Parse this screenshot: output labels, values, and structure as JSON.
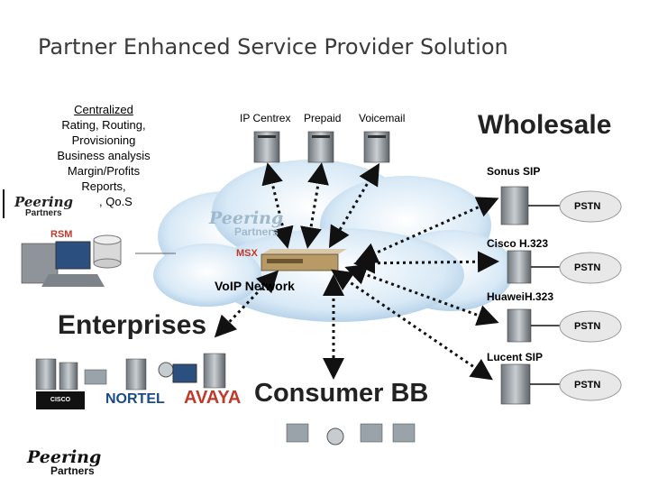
{
  "title": "Partner Enhanced Service Provider Solution",
  "services_text": [
    "Centralized",
    "Rating, Routing,",
    "Provisioning",
    "Business analysis",
    "Margin/Profits",
    "Reports,",
    ", Qo.S"
  ],
  "services": {
    "ip_centrex": "IP Centrex",
    "prepaid": "Prepaid",
    "voicemail": "Voicemail"
  },
  "wholesale": "Wholesale",
  "gateways": {
    "sonus": "Sonus SIP",
    "cisco": "Cisco H.323",
    "huawei": "HuaweiH.323",
    "lucent": "Lucent SIP",
    "pstn": "PSTN"
  },
  "cloud": {
    "brand_top": "Peering",
    "brand_sub": "Partners",
    "voip_label": "VoIP Network",
    "msx_label": "MSX"
  },
  "rsm_label": "RSM",
  "enterprises": "Enterprises",
  "consumer": "Consumer BB",
  "vendor_logos": {
    "cisco": "CISCO SYSTEMS",
    "nortel": "NORTEL",
    "avaya": "AVAYA"
  },
  "brand_logo": {
    "top": "Peering",
    "sub": "Partners"
  },
  "colors": {
    "cloud": "#cfe3f3",
    "accent_red": "#c0392b",
    "arrow": "#111111",
    "server": "#8e9499"
  }
}
